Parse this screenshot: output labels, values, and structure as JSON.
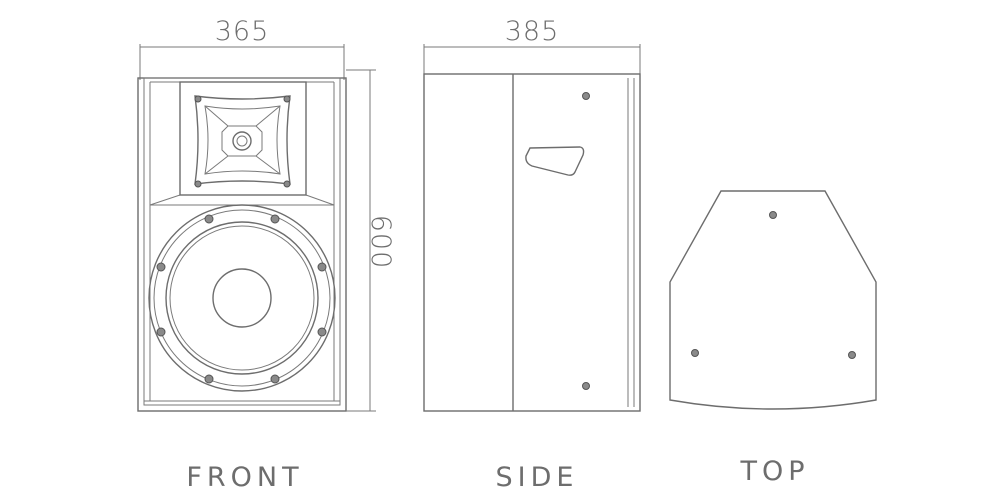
{
  "dimensions": {
    "front_width": "365",
    "side_depth": "385",
    "height": "600"
  },
  "views": {
    "front_label": "FRONT",
    "side_label": "SIDE",
    "top_label": "TOP"
  },
  "colors": {
    "line": "#6d6d6d",
    "background": "#ffffff"
  }
}
